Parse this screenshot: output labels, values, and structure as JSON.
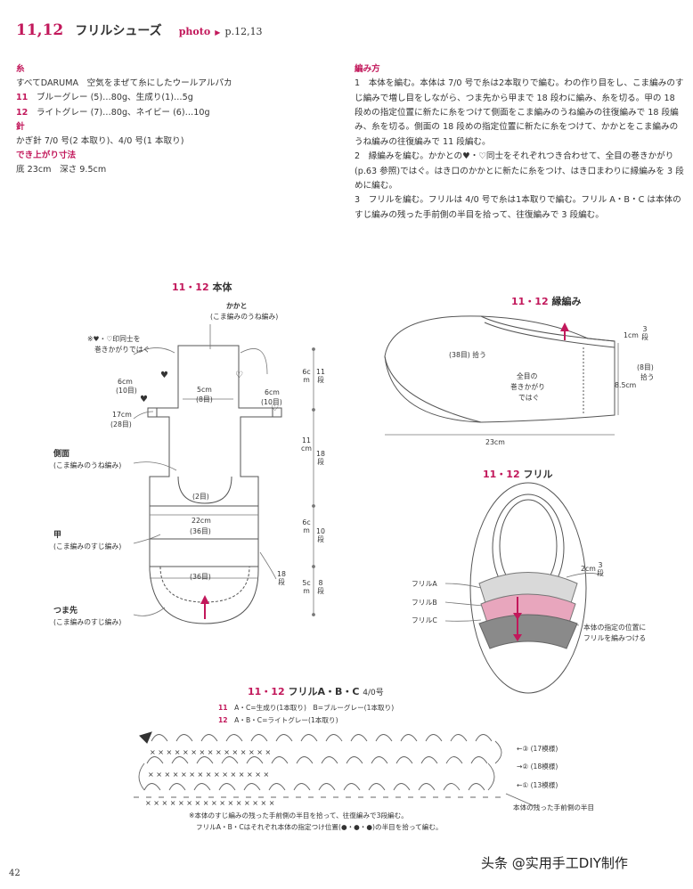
{
  "header": {
    "number": "11,12",
    "title": "フリルシューズ",
    "photo_label": "photo",
    "photo_ref": "p.12,13"
  },
  "materials": {
    "yarn_heading": "糸",
    "yarn_desc": "すべてDARUMA　空気をまぜて糸にしたウールアルパカ",
    "yarn_11_num": "11",
    "yarn_11_text": "ブルーグレー (5)…80g、生成り(1)…5g",
    "yarn_12_num": "12",
    "yarn_12_text": "ライトグレー (7)…80g、ネイビー (6)…10g",
    "needle_heading": "針",
    "needle_text": "かぎ針 7/0 号(2 本取り)、4/0 号(1 本取り)",
    "size_heading": "でき上がり寸法",
    "size_text": "底 23cm　深さ 9.5cm"
  },
  "instructions": {
    "heading": "編み方",
    "steps": [
      "1　本体を編む。本体は 7/0 号で糸は2本取りで編む。わの作り目をし、こま編みのすじ編みで増し目をしながら、つま先から甲まで 18 段わに編み、糸を切る。甲の 18 段めの指定位置に新たに糸をつけて側面をこま編みのうね編みの往復編みで 18 段編み、糸を切る。側面の 18 段めの指定位置に新たに糸をつけて、かかとをこま編みのうね編みの往復編みで 11 段編む。",
      "2　縁編みを編む。かかとの♥・♡同士をそれぞれつき合わせて、全目の巻きかがり(p.63 参照)ではぐ。はき口のかかとに新たに糸をつけ、はき口まわりに縁編みを 3 段めに編む。",
      "3　フリルを編む。フリルは 4/0 号で糸は1本取りで編む。フリル A・B・C は本体のすじ編みの残った手前側の半目を拾って、往復編みで 3 段編む。"
    ]
  },
  "diagram_body": {
    "title_num": "11・12",
    "title_text": "本体",
    "heel_label": "かかと",
    "heel_sub": "(こま編みのうね編み)",
    "note_line1": "※♥・♡印同士を",
    "note_line2": "巻きかがりではぐ",
    "heart_filled": "♥",
    "heart_open": "♡",
    "dim_6cm": "6cm",
    "dim_10me": "(10目)",
    "dim_5cm": "5cm",
    "dim_8me": "(8目)",
    "dim_17cm": "17cm",
    "dim_28me": "(28目)",
    "side_label": "側面",
    "side_sub": "(こま編みのうね編み)",
    "dim_2me": "(2目)",
    "dim_22cm": "22cm",
    "dim_36me": "(36目)",
    "instep_label": "甲",
    "instep_sub": "(こま編みのすじ編み)",
    "toe_label": "つま先",
    "toe_sub": "(こま編みのすじ編み)",
    "dim_18dan": "18段",
    "v_6cm": "6cm",
    "v_11dan": "11段",
    "v_11cm": "11cm",
    "v_18dan": "18段",
    "v_6cm_b": "6cm",
    "v_10dan": "10段",
    "v_5cm": "5cm",
    "v_8dan": "8段"
  },
  "diagram_edge": {
    "title_num": "11・12",
    "title_text": "縁編み",
    "pick_38": "(38目) 拾う",
    "dim_1cm": "1cm",
    "dim_3dan": "3段",
    "pick_8": "(8目)",
    "pick_8_b": "拾う",
    "seam_1": "全目の",
    "seam_2": "巻きかがり",
    "seam_3": "ではぐ",
    "dim_85": "8.5cm",
    "dim_23": "23cm"
  },
  "diagram_frill": {
    "title_num": "11・12",
    "title_text": "フリル",
    "dim_2cm": "2cm",
    "dim_3dan": "3段",
    "frill_a": "フリルA",
    "frill_b": "フリルB",
    "frill_c": "フリルC",
    "attach_1": "本体の指定の位置に",
    "attach_2": "フリルを編みつける"
  },
  "diagram_chart": {
    "title_num": "11・12",
    "title_text": "フリルA・B・C",
    "hook": "4/0号",
    "line_11_num": "11",
    "line_11_text": "A・C=生成り(1本取り)　B=ブルーグレー(1本取り)",
    "line_12_num": "12",
    "line_12_text": "A・B・C=ライトグレー(1本取り)",
    "row3": "←③ (17模様)",
    "row2": "→② (18模様)",
    "row1": "←① (13模様)",
    "remaining": "本体の残った手前側の半目",
    "note_1": "※本体のすじ編みの残った手前側の半目を拾って、往復編みで3段編む。",
    "note_2": "フリルA・B・Cはそれぞれ本体の指定つけ位置(●・●・●)の半目を拾って編む。"
  },
  "footer": {
    "page_number": "42",
    "watermark": "头条 @实用手工DIY制作"
  },
  "colors": {
    "accent": "#c2185b",
    "frill_light": "#d9d9d9",
    "frill_pink": "#e8a6bd",
    "frill_dark": "#8a8a8a",
    "line": "#555555"
  }
}
